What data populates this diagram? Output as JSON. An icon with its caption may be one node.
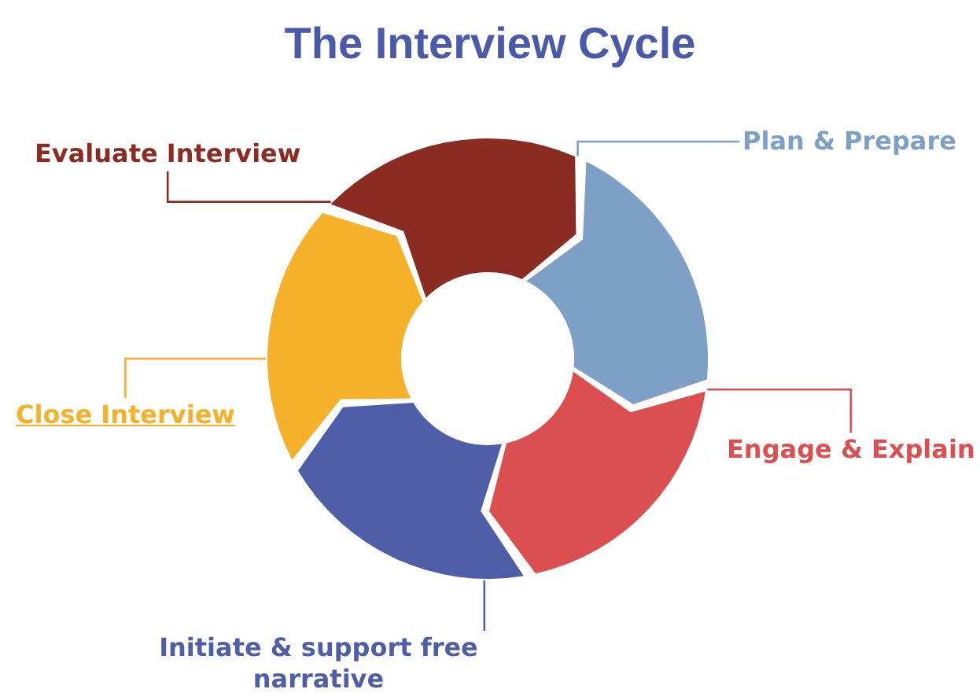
{
  "diagram": {
    "title": "The Interview Cycle",
    "nodes": [
      {
        "text": [
          "Evaluate Interview"
        ]
      },
      {
        "text": [
          "Plan & Prepare"
        ]
      },
      {
        "text": [
          "Close Interview"
        ]
      },
      {
        "text": [
          "Engage & Explain"
        ]
      },
      {
        "text": [
          "Initiate & support free narrative"
        ]
      },
      {
        "text": [],
        "shape": "arrow"
      },
      {
        "text": [],
        "shape": "arrow"
      },
      {
        "text": [],
        "shape": "arrow"
      },
      {
        "text": [],
        "shape": "arrow"
      },
      {
        "text": [],
        "shape": "arrow"
      }
    ],
    "edges": [
      {
        "from": 0,
        "to": 5,
        "arrow": "none",
        "color": "#8b2c23"
      },
      {
        "from": 1,
        "to": 6,
        "arrow": "none",
        "color": "#7ea0c6"
      },
      {
        "from": 2,
        "to": 7,
        "arrow": "none",
        "color": "#f6b12a"
      },
      {
        "from": 3,
        "to": 8,
        "arrow": "none",
        "color": "#dc4f50"
      },
      {
        "from": 4,
        "to": 9,
        "arrow": "none",
        "color": "#4f5ea8"
      }
    ]
  }
}
